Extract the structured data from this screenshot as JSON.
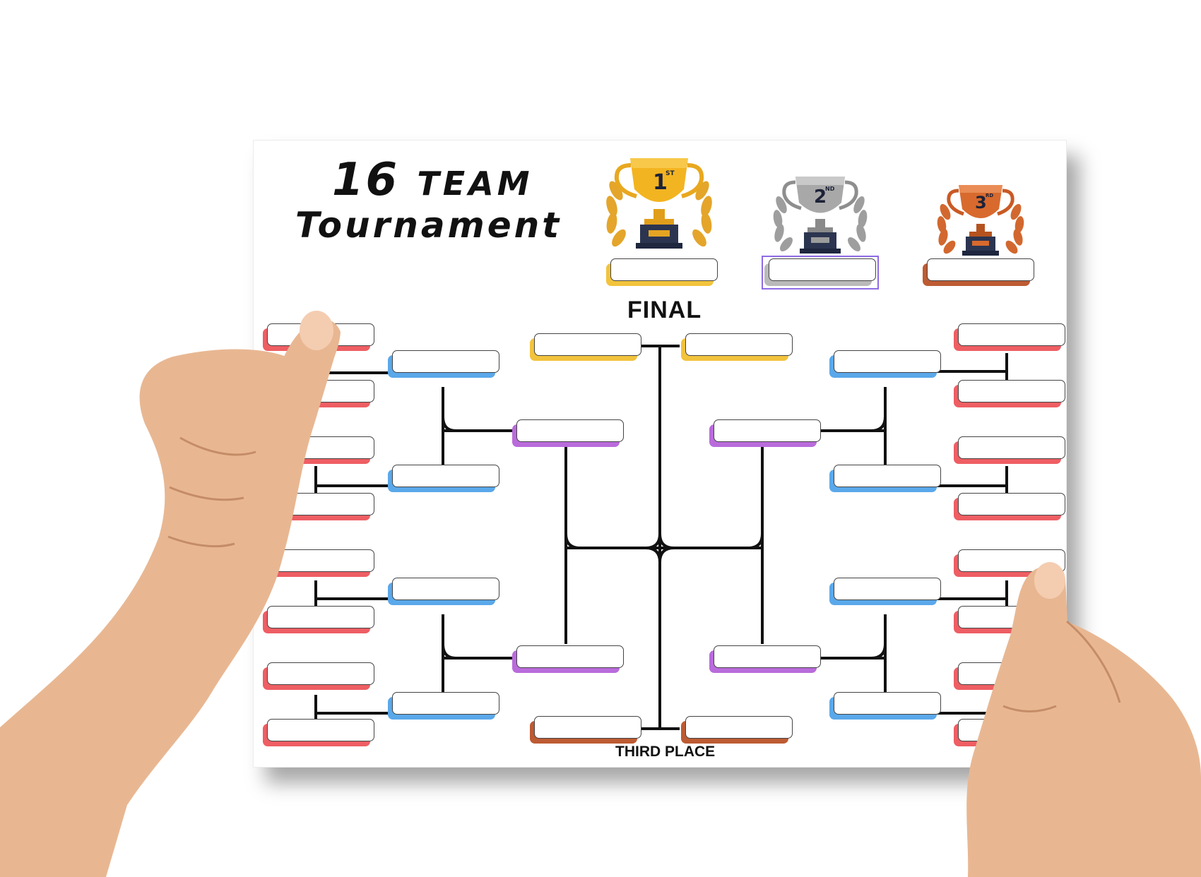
{
  "poster": {
    "title_number": "16",
    "title_word1": "TEAM",
    "title_word2": "Tournament",
    "final_label": "FINAL",
    "third_place_label": "THIRD PLACE"
  },
  "trophies": [
    {
      "place_label": "1",
      "place_suffix": "ST",
      "icon": "gold-trophy-with-laurel-icon",
      "color": "#F2B21C"
    },
    {
      "place_label": "2",
      "place_suffix": "ND",
      "icon": "silver-trophy-with-laurel-icon",
      "color": "#9A9A9A"
    },
    {
      "place_label": "3",
      "place_suffix": "RD",
      "icon": "bronze-trophy-with-laurel-icon",
      "color": "#D2682F"
    }
  ],
  "colors": {
    "round1": "#EE5E63",
    "round2": "#5AA8EA",
    "quarterfinal": "#B96BDB",
    "final": "#F2C33C",
    "third_place": "#BD5B33",
    "second_place_outline": "#8E6BE5",
    "second_place_shadow": "#B9B9B9",
    "bracket_line": "#111111",
    "skin": "#E8B792"
  },
  "bracket": {
    "round1_slots": 16,
    "round2_slots": 8,
    "quarterfinal_slots": 4,
    "final_slots": 2,
    "third_place_slots": 2,
    "podium_slots": 3
  }
}
